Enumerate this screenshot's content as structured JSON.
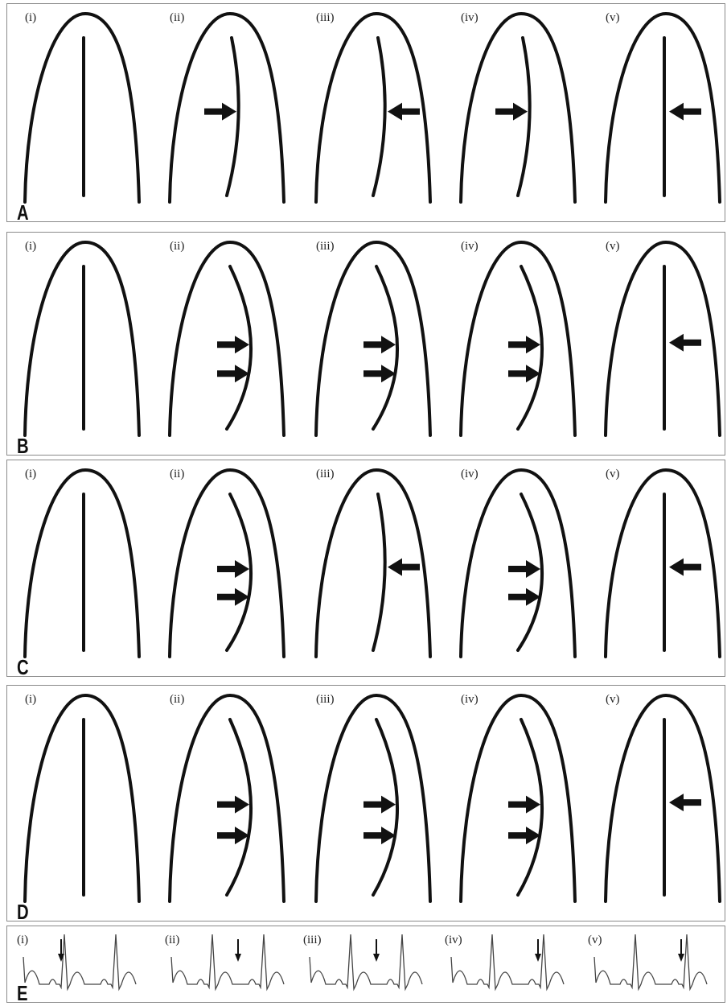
{
  "figure": {
    "panels": [
      {
        "letter": "A",
        "kind": "heart",
        "subfigures": [
          {
            "label": "(i)",
            "septum": "straight",
            "arrows": []
          },
          {
            "label": "(ii)",
            "septum": "bowed-right",
            "arrows": [
              "right"
            ]
          },
          {
            "label": "(iii)",
            "septum": "bowed-right",
            "arrows": [
              "left"
            ]
          },
          {
            "label": "(iv)",
            "septum": "bowed-right",
            "arrows": [
              "right"
            ]
          },
          {
            "label": "(v)",
            "septum": "straight",
            "arrows": [
              "left"
            ]
          }
        ]
      },
      {
        "letter": "B",
        "kind": "heart",
        "subfigures": [
          {
            "label": "(i)",
            "septum": "straight",
            "arrows": []
          },
          {
            "label": "(ii)",
            "septum": "bowed-strong",
            "arrows": [
              "right",
              "right"
            ]
          },
          {
            "label": "(iii)",
            "septum": "bowed-strong",
            "arrows": [
              "right",
              "right"
            ]
          },
          {
            "label": "(iv)",
            "septum": "bowed-strong",
            "arrows": [
              "right",
              "right"
            ]
          },
          {
            "label": "(v)",
            "septum": "straight",
            "arrows": [
              "left"
            ]
          }
        ]
      },
      {
        "letter": "C",
        "kind": "heart",
        "subfigures": [
          {
            "label": "(i)",
            "septum": "straight",
            "arrows": []
          },
          {
            "label": "(ii)",
            "septum": "bowed-strong",
            "arrows": [
              "right",
              "right"
            ]
          },
          {
            "label": "(iii)",
            "septum": "bowed-right",
            "arrows": [
              "left"
            ]
          },
          {
            "label": "(iv)",
            "septum": "bowed-strong",
            "arrows": [
              "right",
              "right"
            ]
          },
          {
            "label": "(v)",
            "septum": "straight",
            "arrows": [
              "left"
            ]
          }
        ]
      },
      {
        "letter": "D",
        "kind": "heart",
        "subfigures": [
          {
            "label": "(i)",
            "septum": "straight",
            "arrows": []
          },
          {
            "label": "(ii)",
            "septum": "bowed-strong",
            "arrows": [
              "right",
              "right"
            ]
          },
          {
            "label": "(iii)",
            "septum": "bowed-strong",
            "arrows": [
              "right",
              "right"
            ]
          },
          {
            "label": "(iv)",
            "septum": "bowed-strong",
            "arrows": [
              "right",
              "right"
            ]
          },
          {
            "label": "(v)",
            "septum": "straight",
            "arrows": [
              "left"
            ]
          }
        ]
      },
      {
        "letter": "E",
        "kind": "ecg",
        "subfigures": [
          {
            "label": "(i)",
            "marker": "end-t"
          },
          {
            "label": "(ii)",
            "marker": "mid"
          },
          {
            "label": "(iii)",
            "marker": "mid"
          },
          {
            "label": "(iv)",
            "marker": "r-peak"
          },
          {
            "label": "(v)",
            "marker": "r-peak"
          }
        ]
      }
    ]
  }
}
